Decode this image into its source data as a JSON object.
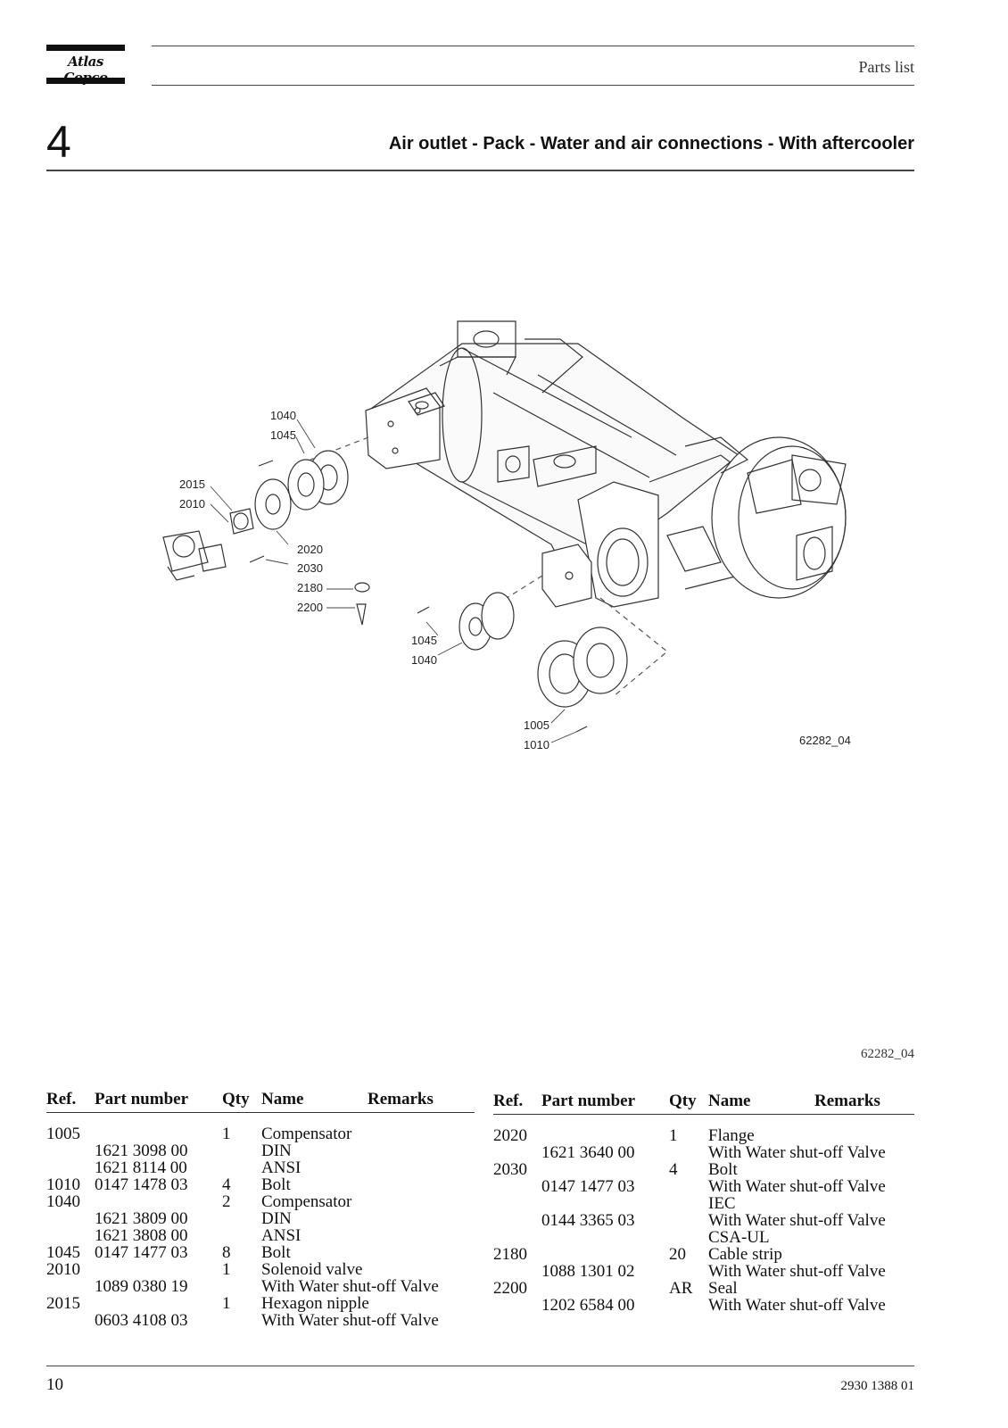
{
  "header": {
    "logo_text": "Atlas Copco",
    "section_label": "Parts list"
  },
  "section": {
    "number": "4",
    "title": "Air outlet - Pack - Water and air connections - With aftercooler"
  },
  "figure": {
    "callouts": {
      "r1040a": "1040",
      "r1045a": "1045",
      "r2015": "2015",
      "r2010": "2010",
      "r2020": "2020",
      "r2030": "2030",
      "r2180": "2180",
      "r2200": "2200",
      "r1045b": "1045",
      "r1040b": "1040",
      "r1005": "1005",
      "r1010": "1010",
      "drawing_id": "62282_04"
    },
    "caption": "62282_04"
  },
  "parts_table": {
    "headers": {
      "ref": "Ref.",
      "part_number": "Part number",
      "qty": "Qty",
      "name": "Name",
      "remarks": "Remarks"
    },
    "left": [
      {
        "ref": "1005",
        "part": "",
        "qty": "1",
        "name": "Compensator"
      },
      {
        "ref": "",
        "part": "1621 3098 00",
        "qty": "",
        "name": "DIN"
      },
      {
        "ref": "",
        "part": "1621 8114 00",
        "qty": "",
        "name": "ANSI"
      },
      {
        "ref": "1010",
        "part": "0147 1478 03",
        "qty": "4",
        "name": "Bolt"
      },
      {
        "ref": "1040",
        "part": "",
        "qty": "2",
        "name": "Compensator"
      },
      {
        "ref": "",
        "part": "1621 3809 00",
        "qty": "",
        "name": "DIN"
      },
      {
        "ref": "",
        "part": "1621 3808 00",
        "qty": "",
        "name": "ANSI"
      },
      {
        "ref": "1045",
        "part": "0147 1477 03",
        "qty": "8",
        "name": "Bolt"
      },
      {
        "ref": "2010",
        "part": "",
        "qty": "1",
        "name": "Solenoid valve"
      },
      {
        "ref": "",
        "part": "1089 0380 19",
        "qty": "",
        "name": "With Water shut-off Valve"
      },
      {
        "ref": "2015",
        "part": "",
        "qty": "1",
        "name": "Hexagon nipple"
      },
      {
        "ref": "",
        "part": "0603 4108 03",
        "qty": "",
        "name": "With Water shut-off Valve"
      }
    ],
    "right": [
      {
        "ref": "2020",
        "part": "",
        "qty": "1",
        "name": "Flange"
      },
      {
        "ref": "",
        "part": "1621 3640 00",
        "qty": "",
        "name": "With Water shut-off Valve"
      },
      {
        "ref": "2030",
        "part": "",
        "qty": "4",
        "name": "Bolt"
      },
      {
        "ref": "",
        "part": "0147 1477 03",
        "qty": "",
        "name": "With Water shut-off Valve"
      },
      {
        "ref": "",
        "part": "",
        "qty": "",
        "name": "IEC"
      },
      {
        "ref": "",
        "part": "0144 3365 03",
        "qty": "",
        "name": "With Water shut-off Valve"
      },
      {
        "ref": "",
        "part": "",
        "qty": "",
        "name": "CSA-UL"
      },
      {
        "ref": "2180",
        "part": "",
        "qty": "20",
        "name": "Cable strip"
      },
      {
        "ref": "",
        "part": "1088 1301 02",
        "qty": "",
        "name": "With Water shut-off Valve"
      },
      {
        "ref": "2200",
        "part": "",
        "qty": "AR",
        "name": "Seal"
      },
      {
        "ref": "",
        "part": "1202 6584 00",
        "qty": "",
        "name": "With Water shut-off Valve"
      }
    ]
  },
  "footer": {
    "page_number": "10",
    "doc_number": "2930 1388 01"
  }
}
